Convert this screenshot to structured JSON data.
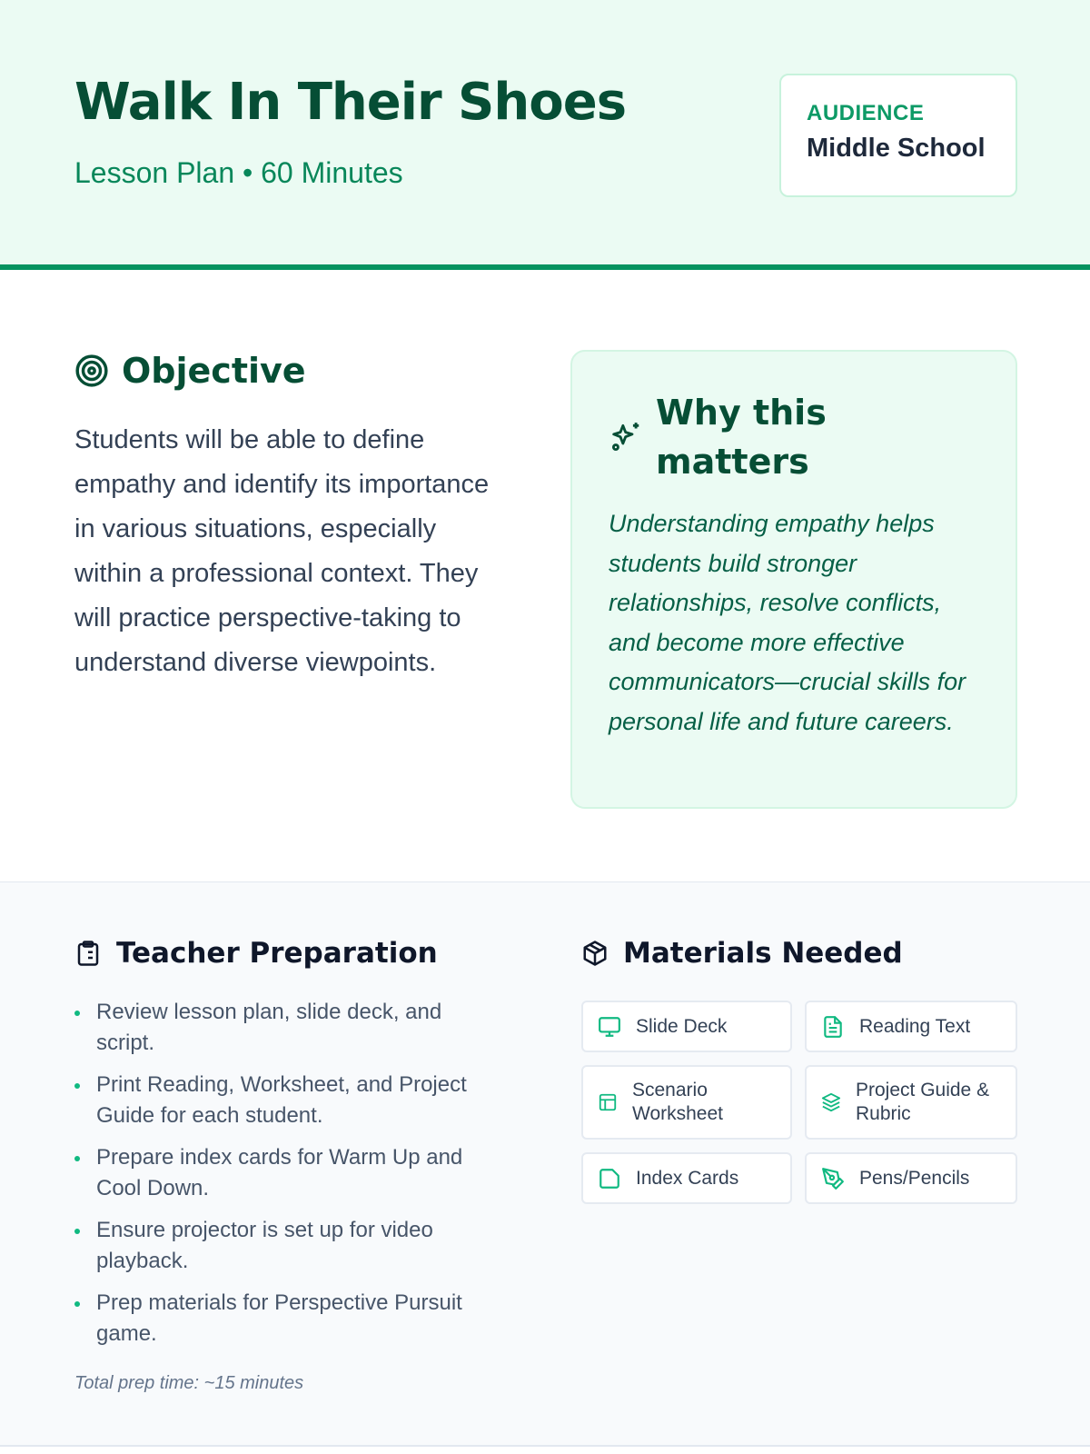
{
  "header": {
    "title": "Walk In Their Shoes",
    "subtitle": "Lesson Plan • 60 Minutes",
    "audience_label": "AUDIENCE",
    "audience_value": "Middle School"
  },
  "objective": {
    "heading": "Objective",
    "icon": "target-icon",
    "text": "Students will be able to define empathy and identify its importance in various situations, especially within a professional context. They will practice perspective-taking to understand diverse viewpoints."
  },
  "why": {
    "heading": "Why this matters",
    "icon": "sparkles-icon",
    "text": "Understanding empathy helps students build stronger relationships, resolve conflicts, and become more effective communicators—crucial skills for personal life and future careers."
  },
  "prep": {
    "heading": "Teacher Preparation",
    "icon": "clipboard-icon",
    "items": [
      "Review lesson plan, slide deck, and script.",
      "Print Reading, Worksheet, and Project Guide for each student.",
      "Prepare index cards for Warm Up and Cool Down.",
      "Ensure projector is set up for video playback.",
      "Prep materials for Perspective Pursuit game."
    ],
    "note": "Total prep time: ~15 minutes"
  },
  "materials": {
    "heading": "Materials Needed",
    "icon": "package-icon",
    "items": [
      {
        "label": "Slide Deck",
        "icon": "monitor-icon"
      },
      {
        "label": "Reading Text",
        "icon": "file-text-icon"
      },
      {
        "label": "Scenario Worksheet",
        "icon": "layout-icon"
      },
      {
        "label": "Project Guide & Rubric",
        "icon": "layers-icon"
      },
      {
        "label": "Index Cards",
        "icon": "sticky-note-icon"
      },
      {
        "label": "Pens/Pencils",
        "icon": "pen-tool-icon"
      }
    ]
  },
  "colors": {
    "accent": "#05935f",
    "dark": "#064e35",
    "icon": "#10b981"
  }
}
